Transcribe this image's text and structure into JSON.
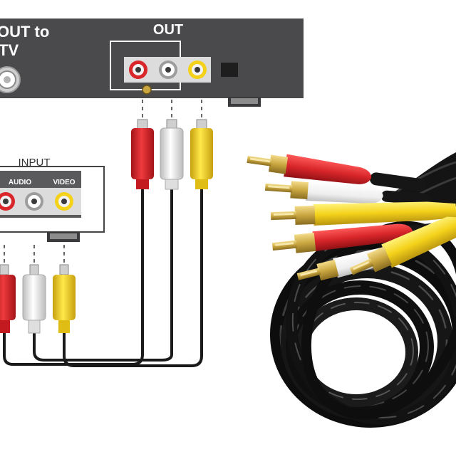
{
  "source_device": {
    "label_out_to": "OUT to",
    "label_tv": "TV",
    "label_out": "OUT",
    "jack_panel_label": ""
  },
  "target_device": {
    "label_input": "INPUT",
    "label_audio": "AUDIO",
    "label_video": "VIDEO"
  },
  "colors": {
    "red_plug": "#d8262a",
    "white_plug": "#f2f2f2",
    "yellow_plug": "#f4d21a",
    "device_gray": "#4a4a4c",
    "panel_light": "#dcdcdc",
    "cable_black": "#1a1a1a",
    "gold_tip": "#c9a640"
  }
}
